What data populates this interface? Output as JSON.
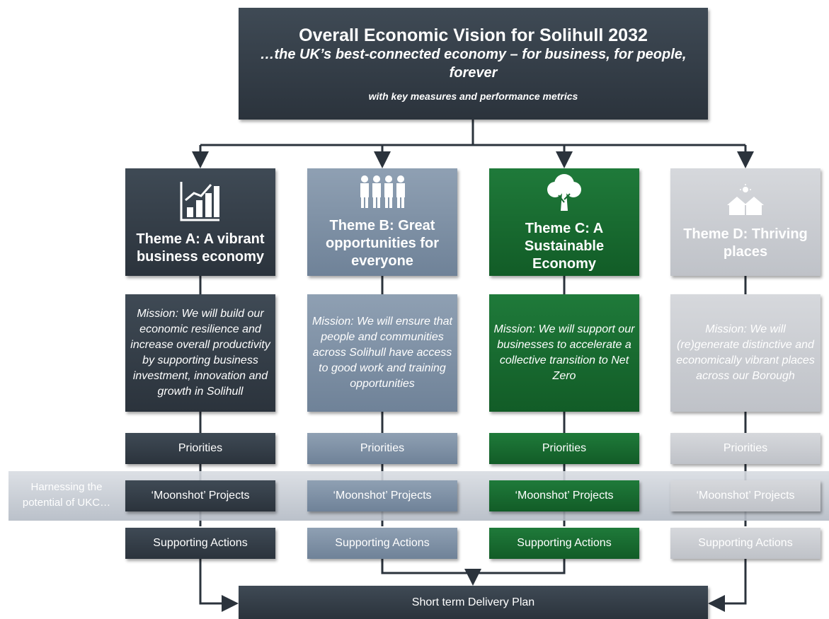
{
  "vision": {
    "title": "Overall Economic Vision for Solihull 2032",
    "subtitle": "…the UK’s best-connected economy – for business, for people, forever",
    "note": "with key measures and performance metrics"
  },
  "themes": [
    {
      "title": "Theme A: A vibrant business economy",
      "icon": "growth-chart-icon",
      "mission": "Mission: We will build our economic resilience and increase overall productivity by supporting business investment, innovation and growth in Solihull",
      "priorities": "Priorities",
      "moonshot": "‘Moonshot’ Projects",
      "actions": "Supporting Actions",
      "color": "#333c46"
    },
    {
      "title": "Theme B: Great opportunities for everyone",
      "icon": "people-icon",
      "mission": "Mission: We will ensure that people and communities across Solihull have access to good work and training opportunities",
      "priorities": "Priorities",
      "moonshot": "‘Moonshot’ Projects",
      "actions": "Supporting Actions",
      "color": "#7d8ea3"
    },
    {
      "title": "Theme C: A Sustainable Economy",
      "icon": "tree-icon",
      "mission": "Mission: We will support our businesses to accelerate a collective transition to Net Zero",
      "priorities": "Priorities",
      "moonshot": "‘Moonshot’ Projects",
      "actions": "Supporting Actions",
      "color": "#176a31"
    },
    {
      "title": "Theme D: Thriving places",
      "icon": "houses-sun-icon",
      "mission": "Mission: We will (re)generate distinctive and economically vibrant places across our Borough",
      "priorities": "Priorities",
      "moonshot": "‘Moonshot’ Projects",
      "actions": "Supporting Actions",
      "color": "#c9ccd1"
    }
  ],
  "band_label": "Harnessing the potential of UKC…",
  "delivery": "Short term Delivery Plan"
}
